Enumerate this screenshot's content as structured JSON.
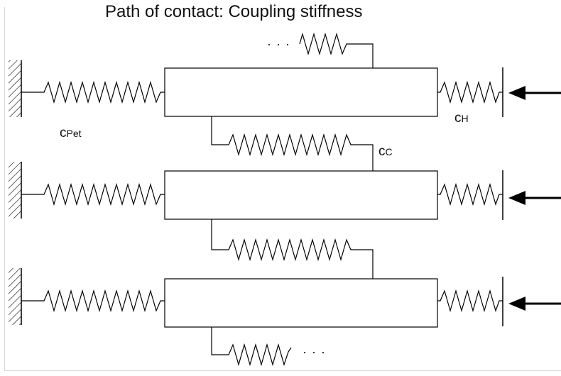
{
  "title": "Path of contact: Coupling stiffness",
  "labels": {
    "c_pet": {
      "main": "c",
      "sub": "Pet"
    },
    "c_h": {
      "main": "c",
      "sub": "H"
    },
    "c_c": {
      "main": "c",
      "sub": "C"
    }
  },
  "ellipsis_top": "· · ·",
  "ellipsis_bottom": "· · ·"
}
